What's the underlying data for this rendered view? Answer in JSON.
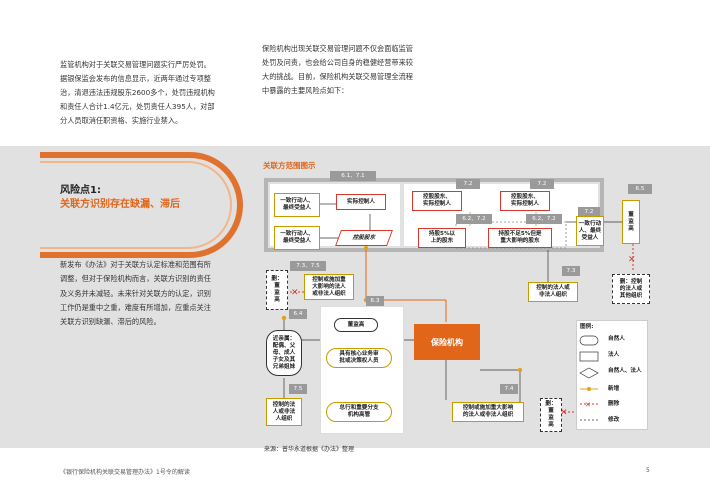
{
  "paragraphs": {
    "top_left": "监管机构对于关联交易管理问题实行严厉处罚。\n据银保监会发布的信息显示，近两年通过专项整\n治，清退违法违规股东2600多个，处罚违规机构\n和责任人合计1.4亿元，处罚责任人395人，对部\n分人员取消任职资格、实施行业禁入。",
    "top_right": "保险机构出现关联交易管理问题不仅会面临监管\n处罚及问责，也会给公司自身的稳健经营带来较\n大的挑战。目前，保险机构关联交易管理全流程\n中暴露的主要风险点如下："
  },
  "risk": {
    "title": "风险点1:",
    "subtitle": "关联方识别存在缺漏、滞后",
    "body": "新发布《办法》对于关联方认定标准和范围有所\n调整，但对于保险机构而言，关联方识别的责任\n及义务并未减轻。未来针对关联方的认定，识别\n工作仍是重中之重，难度有所增加，应重点关注\n关联方识别缺漏、滞后的风险。"
  },
  "diagram": {
    "title": "关联方范围图示",
    "tags": [
      "6.1、7.1",
      "7.2",
      "7.2",
      "6.5",
      "6.2、7.2",
      "6.2、7.2",
      "7.2",
      "7.3、7.5",
      "7.3",
      "6.3",
      "6.4",
      "7.5",
      "7.4"
    ],
    "box_yizhi1": "一致行动人、\n最终受益人",
    "box_shiji": "实际控制人",
    "box_yizhi2": "一致行动人、\n最终受益人",
    "box_konggu": "控股股东",
    "box_kg_sj1": "控股股东、\n实际控制人",
    "box_kg_sj2": "控股股东、\n实际控制人",
    "box_chigu5": "持股5%以\n上的股东",
    "box_chigu_lt5": "持股不足5%但是\n重大影响的股东",
    "box_yizhi3": "一致行动\n人、最终\n受益人",
    "box_dongjiangao": "董\n监\n高",
    "box_del_ctrl": "删：\n董\n监\n高",
    "box_kongzhi1": "控制或施加重\n大影响的法人\n或非法人组织",
    "box_kongzhi2": "控制的法人或\n非法人组织",
    "box_del_other": "删：控制\n的法人或\n其他组织",
    "box_dongjiangao2": "董监高",
    "box_xinzhi": "具有核心业务审\n批或决策权人员",
    "box_zonggongsi": "总行和重要分支\n机构高管",
    "center": "保险机构",
    "box_jinqin": "近亲属：\n配偶、父\n母、成人\n子女及其\n兄弟姐妹",
    "box_kongzhi3": "控制的法\n人或非法\n人组织",
    "box_kongzhi4": "控制或施加重大影响\n的法人或非法人组织",
    "box_del_bottom": "删：\n董\n监\n高",
    "legend": {
      "title": "图例:",
      "items": [
        "自然人",
        "法人",
        "自然人、法人",
        "新增",
        "删除",
        "修改"
      ]
    },
    "source": "来源：普华永道根据《办法》整理"
  },
  "footer": {
    "doc": "《银行保险机构关联交易管理办法》1号令的解读",
    "page": "5"
  },
  "colors": {
    "accent": "#e1661a",
    "band": "#e1e1e1",
    "gold": "#c79a00",
    "red": "#d9382c",
    "gray_tag": "#9a9a9a"
  }
}
